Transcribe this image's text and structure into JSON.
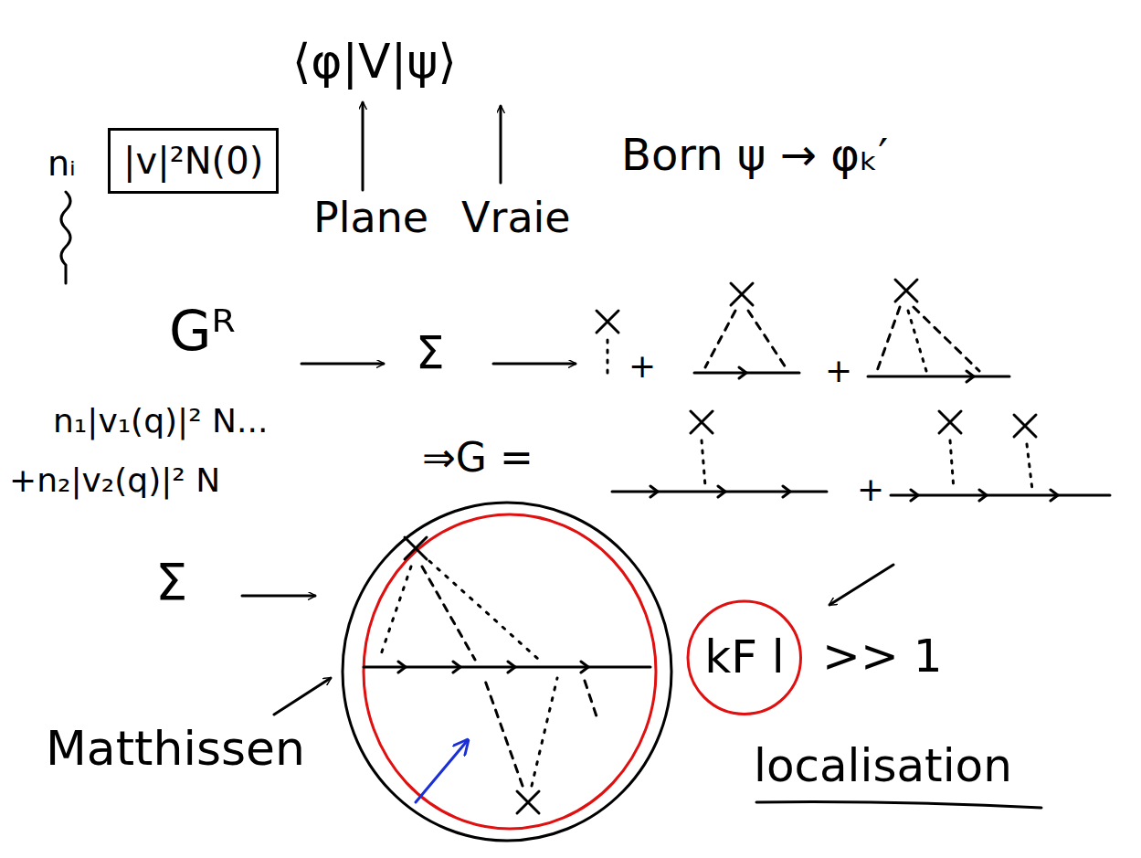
{
  "diagram": {
    "nodes": [
      {
        "text": [
          "|v|²N(0)"
        ]
      },
      {
        "text": [
          "kF l"
        ]
      }
    ],
    "labels": [
      "⟨φ|V|ψ⟩",
      "Born ψ → φₖ′",
      "nᵢ",
      "Plane",
      "Vraie",
      "Gᴿ",
      "Σ",
      "+",
      "+",
      "n₁|v₁(q)|² N...",
      "⇒G =",
      "+",
      "+n₂|v₂(q)|² N",
      "Σ",
      "Matthissen",
      ">> 1",
      "localisation"
    ]
  }
}
